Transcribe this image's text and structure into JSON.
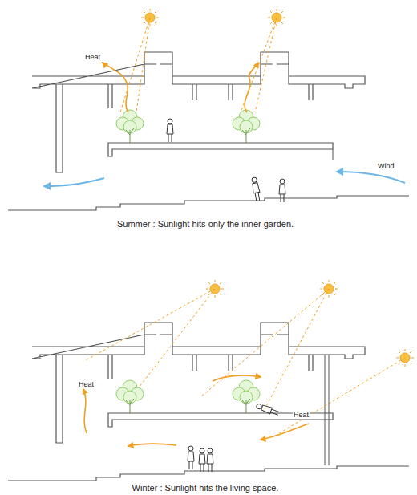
{
  "diagram": {
    "labels": [
      "Heat",
      "Wind",
      "Summer : Sunlight hits only the inner garden.",
      "Heat",
      "Heat",
      "Winter : Sunlight hits the living space."
    ]
  }
}
